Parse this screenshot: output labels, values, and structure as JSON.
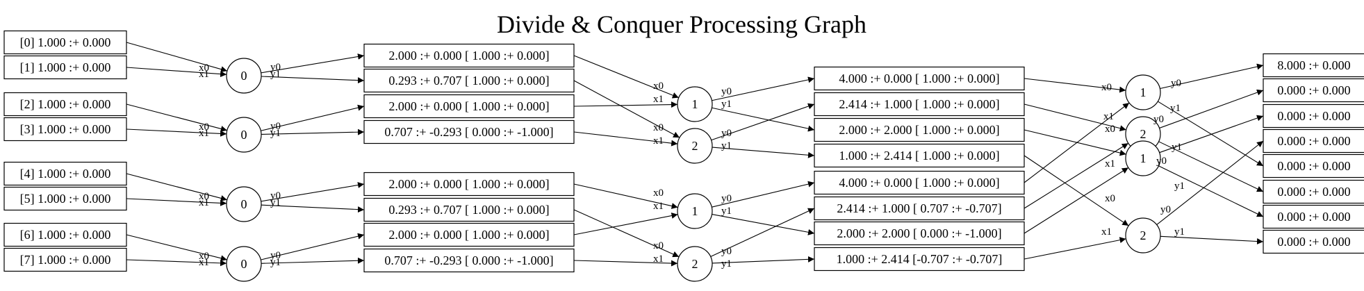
{
  "title": "Divide & Conquer Processing Graph",
  "inputs": [
    "[0] 1.000 :+ 0.000",
    "[1] 1.000 :+ 0.000",
    "[2] 1.000 :+ 0.000",
    "[3] 1.000 :+ 0.000",
    "[4] 1.000 :+ 0.000",
    "[5] 1.000 :+ 0.000",
    "[6] 1.000 :+ 0.000",
    "[7] 1.000 :+ 0.000"
  ],
  "stage1": [
    "2.000 :+ 0.000 [ 1.000 :+ 0.000]",
    "0.293 :+ 0.707 [ 1.000 :+ 0.000]",
    "2.000 :+ 0.000 [ 1.000 :+ 0.000]",
    "0.707 :+ -0.293 [ 0.000 :+ -1.000]",
    "2.000 :+ 0.000 [ 1.000 :+ 0.000]",
    "0.293 :+ 0.707 [ 1.000 :+ 0.000]",
    "2.000 :+ 0.000 [ 1.000 :+ 0.000]",
    "0.707 :+ -0.293 [ 0.000 :+ -1.000]"
  ],
  "stage2": [
    "4.000 :+ 0.000 [ 1.000 :+ 0.000]",
    "2.414 :+ 1.000 [ 1.000 :+ 0.000]",
    "2.000 :+ 2.000 [ 1.000 :+ 0.000]",
    "1.000 :+ 2.414 [ 1.000 :+ 0.000]",
    "4.000 :+ 0.000 [ 1.000 :+ 0.000]",
    "2.414 :+ 1.000 [ 0.707 :+ -0.707]",
    "2.000 :+ 2.000 [ 0.000 :+ -1.000]",
    "1.000 :+ 2.414 [-0.707 :+ -0.707]"
  ],
  "outputs": [
    "8.000 :+ 0.000",
    "0.000 :+ 0.000",
    "0.000 :+ 0.000",
    "0.000 :+ 0.000",
    "0.000 :+ 0.000",
    "0.000 :+ 0.000",
    "0.000 :+ 0.000",
    "0.000 :+ 0.000"
  ],
  "butterflies": {
    "stage0": [
      "0",
      "0",
      "0",
      "0"
    ],
    "stage1": [
      "1",
      "2",
      "1",
      "2"
    ],
    "stage2": [
      "1",
      "2",
      "1",
      "2"
    ]
  },
  "edge_labels": {
    "x0": "x0",
    "x1": "x1",
    "y0": "y0",
    "y1": "y1"
  }
}
